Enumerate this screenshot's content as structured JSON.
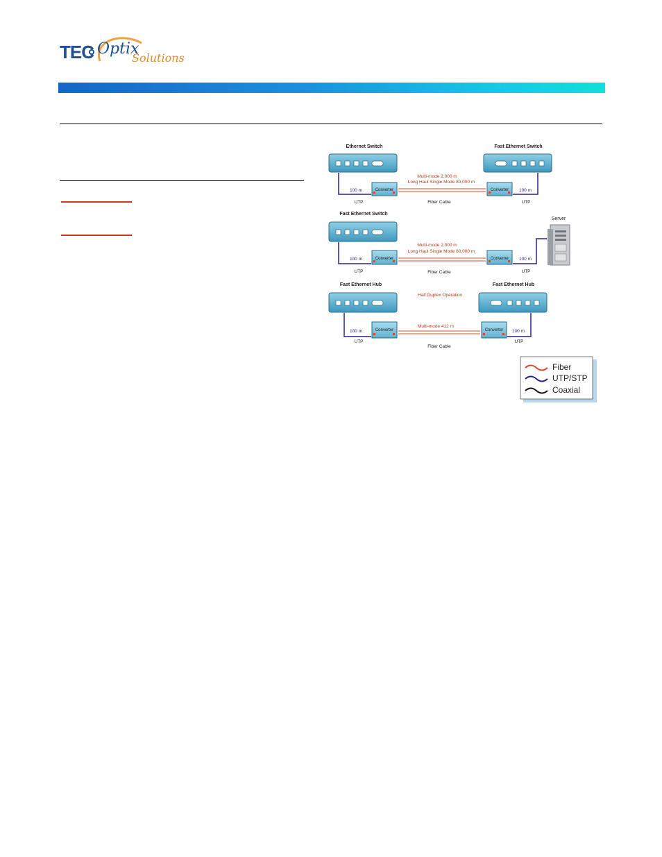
{
  "header": {
    "logo": {
      "brand": "TEC",
      "mark": "Optix",
      "suffix": "Solutions"
    }
  },
  "diagram": {
    "row1": {
      "left_device": "Ethernet Switch",
      "right_device": "Fast Ethernet Switch",
      "fiber_note_1": "Multi-mode 2,000 m",
      "fiber_note_2": "Long Haul Single Mode 80,000 m",
      "left_distance": "100 m",
      "right_distance": "100 m",
      "left_converter": "Converter",
      "right_converter": "Converter",
      "left_cable": "UTP",
      "right_cable": "UTP",
      "fiber_cable": "Fiber Cable"
    },
    "row2": {
      "left_device": "Fast Ethernet Switch",
      "right_device": "Server",
      "fiber_note_1": "Multi-mode 2,000 m",
      "fiber_note_2": "Long Haul Single Mode 80,000 m",
      "left_distance": "100 m",
      "right_distance": "100 m",
      "left_converter": "Converter",
      "right_converter": "Converter",
      "left_cable": "UTP",
      "right_cable": "UTP",
      "fiber_cable": "Fiber Cable"
    },
    "row3": {
      "left_device": "Fast Ethernet Hub",
      "right_device": "Fast Ethernet Hub",
      "mode_note": "Half Duplex Operation",
      "fiber_note_1": "Multi-mode 412 m",
      "left_distance": "100 m",
      "right_distance": "100 m",
      "left_converter": "Converter",
      "right_converter": "Converter",
      "left_cable": "UTP",
      "right_cable": "UTP",
      "fiber_cable": "Fiber Cable"
    },
    "legend": [
      {
        "label": "Fiber",
        "color": "#d9482b"
      },
      {
        "label": "UTP/STP",
        "color": "#2a1f8f"
      },
      {
        "label": "Coaxial",
        "color": "#111111"
      }
    ]
  }
}
